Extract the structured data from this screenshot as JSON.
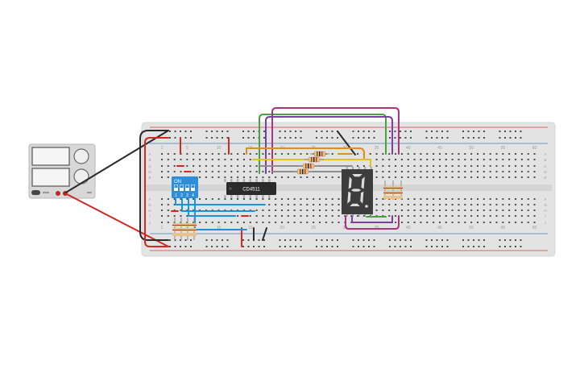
{
  "breadboard": {
    "column_numbers": [
      "1",
      "5",
      "10",
      "15",
      "20",
      "25",
      "30",
      "35",
      "40",
      "45",
      "50",
      "55",
      "60"
    ],
    "row_letters_top": [
      "A",
      "B",
      "C",
      "D",
      "E"
    ],
    "row_letters_bottom": [
      "F",
      "G",
      "H",
      "I",
      "J"
    ]
  },
  "dip_switch": {
    "on_label": "ON",
    "numbers": [
      "1",
      "2",
      "3",
      "4"
    ]
  },
  "ic": {
    "label": "CD4511"
  },
  "seven_segment": {
    "digit": "8",
    "lit_segments": [
      "a",
      "b",
      "c",
      "d",
      "e",
      "f",
      "g"
    ]
  },
  "colors": {
    "board": "#e3e3e3",
    "board_edge": "#d6d6d6",
    "hole": "#4d4d4d",
    "rail_red": "#d3403a",
    "rail_blue": "#3b7fbf",
    "wire_red": "#d12a22",
    "wire_black": "#2a2a2a",
    "wire_blue": "#1f92d4",
    "wire_green": "#4aa043",
    "wire_magenta": "#a8337e",
    "wire_purple": "#7b3f9e",
    "wire_orange": "#e38b1e",
    "wire_yellow": "#e2c21d",
    "wire_gray": "#8c8c8c",
    "resistor_body": "#e9c28a",
    "dip_switch": "#2d8fdc",
    "ic_body": "#2b2b2b",
    "display_body": "#3d3d3d",
    "segment_lit": "#dcdcdc",
    "power_supply": "#d8d8d8"
  }
}
